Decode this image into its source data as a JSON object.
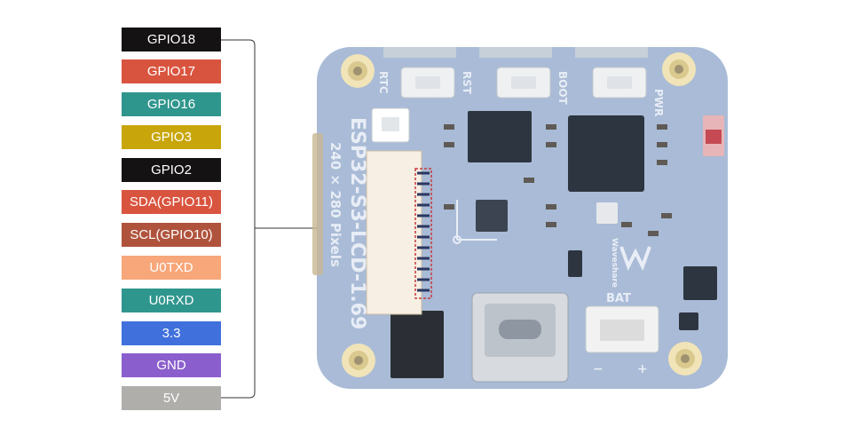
{
  "pins": [
    {
      "label": "GPIO18",
      "color": "#141212"
    },
    {
      "label": "GPIO17",
      "color": "#d9543f"
    },
    {
      "label": "GPIO16",
      "color": "#2f968d"
    },
    {
      "label": "GPIO3",
      "color": "#c8a60b"
    },
    {
      "label": "GPIO2",
      "color": "#141212"
    },
    {
      "label": "SDA(GPIO11)",
      "color": "#d9543f"
    },
    {
      "label": "SCL(GPIO10)",
      "color": "#b0533d"
    },
    {
      "label": "U0TXD",
      "color": "#f7a77a"
    },
    {
      "label": "U0RXD",
      "color": "#2f968d"
    },
    {
      "label": "3.3",
      "color": "#3f70dc"
    },
    {
      "label": "GND",
      "color": "#8a5fcd"
    },
    {
      "label": "5V",
      "color": "#b0aeab"
    }
  ],
  "board": {
    "name": "ESP32-S3-LCD-1.69",
    "resolution": "240 × 280 Pixels",
    "buttons": {
      "rst": "RST",
      "boot": "BOOT",
      "pwr": "PWR"
    },
    "labels": {
      "rtc": "RTC",
      "bat": "BAT",
      "minus": "−",
      "plus": "+",
      "brand": "Waveshare"
    }
  }
}
